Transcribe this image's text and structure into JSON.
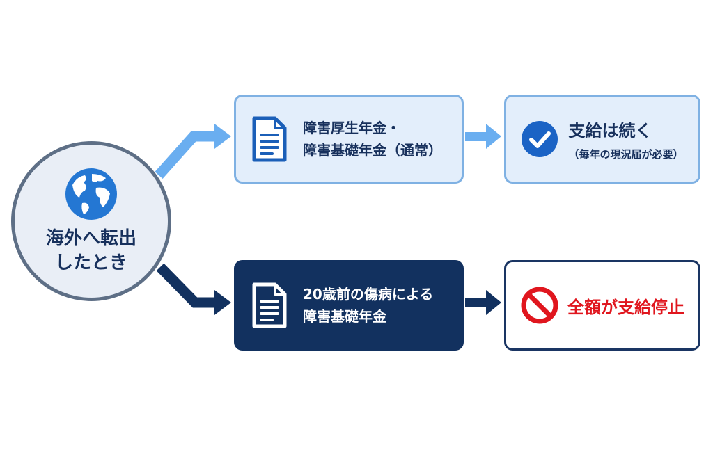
{
  "start": {
    "label": "海外へ転出\nしたとき",
    "icon": "globe-icon"
  },
  "branches": [
    {
      "benefit": {
        "label": "障害厚生年金・\n障害基礎年金（通常）",
        "icon": "document-icon"
      },
      "outcome": {
        "label": "支給は続く",
        "note": "（毎年の現況届が必要）",
        "icon": "checkmark-circle-icon"
      }
    },
    {
      "benefit": {
        "label": "20歳前の傷病による\n障害基礎年金",
        "icon": "document-icon"
      },
      "outcome": {
        "label": "全額が支給停止",
        "icon": "prohibited-icon"
      }
    }
  ],
  "colors": {
    "light_arrow": "#6aaef0",
    "dark_arrow": "#12315f",
    "check": "#1b63c5",
    "stop": "#e0161e",
    "globe": "#2477d3"
  }
}
